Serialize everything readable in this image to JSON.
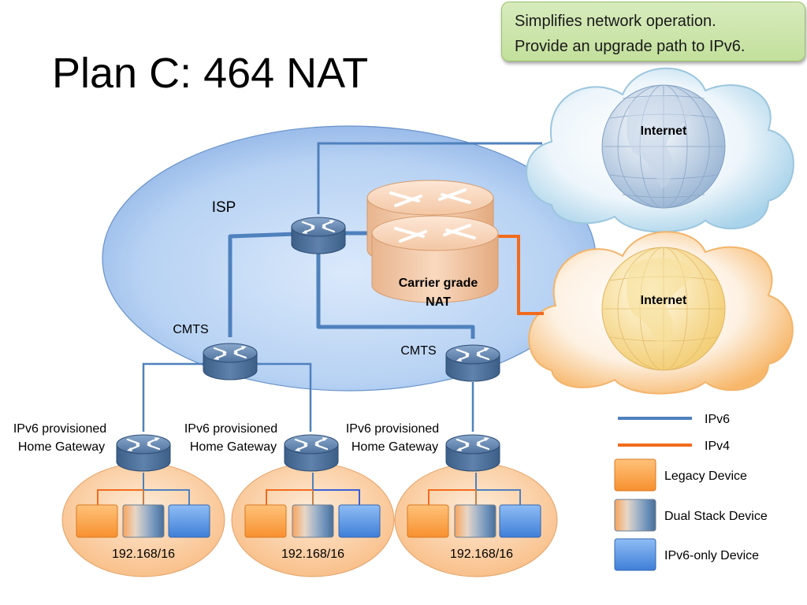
{
  "title": "Plan C: 464 NAT",
  "note": {
    "line1": "Simplifies network operation.",
    "line2": "Provide an upgrade path to IPv6."
  },
  "isp_label": "ISP",
  "internet_ipv6_label": "Internet",
  "internet_ipv4_label": "Internet",
  "nat": {
    "line1": "Carrier grade",
    "line2": "NAT"
  },
  "cmts_left_label": "CMTS",
  "cmts_right_label": "CMTS",
  "gateways": [
    {
      "line1": "IPv6 provisioned",
      "line2": "Home  Gateway",
      "subnet": "192.168/16"
    },
    {
      "line1": "IPv6 provisioned",
      "line2": "Home  Gateway",
      "subnet": "192.168/16"
    },
    {
      "line1": "IPv6 provisioned",
      "line2": "Home  Gateway",
      "subnet": "192.168/16"
    }
  ],
  "legend": {
    "ipv6": "IPv6",
    "ipv4": "IPv4",
    "legacy": "Legacy Device",
    "dual": "Dual Stack Device",
    "ipv6only": "IPv6-only Device"
  },
  "colors": {
    "ipv6_line": "#4f81bd",
    "ipv4_line": "#f26b1d",
    "router": "#4a6f99",
    "isp_fill": "#a8c8f0",
    "home_fill": "#fbd3a8"
  }
}
